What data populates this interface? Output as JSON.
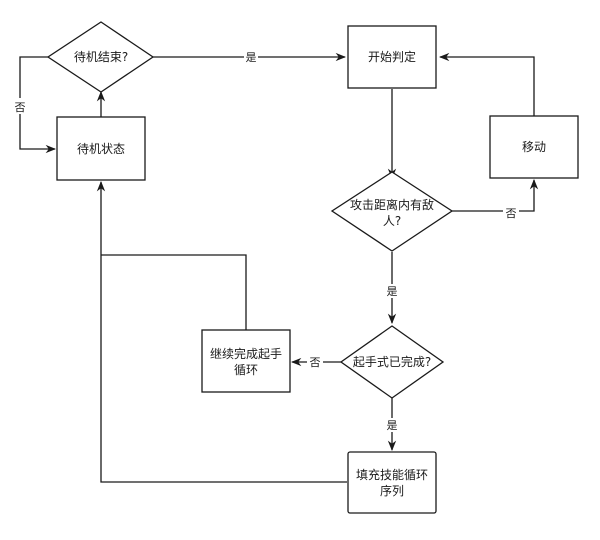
{
  "nodes": {
    "start_judge": "开始判定",
    "idle_state": "待机状态",
    "idle_end": "待机结束?",
    "move": "移动",
    "enemy_in_range_line1": "攻击距离内有敌",
    "enemy_in_range_line2": "人?",
    "windup_done": "起手式已完成?",
    "continue_windup_line1": "继续完成起手",
    "continue_windup_line2": "循环",
    "fill_skill_line1": "填充技能循环",
    "fill_skill_line2": "序列"
  },
  "edge_labels": {
    "yes_idle_to_judge": "是",
    "no_idle_loop": "否",
    "no_enemy_to_move": "否",
    "yes_enemy_to_windup": "是",
    "no_windup_to_continue": "否",
    "yes_windup_to_fill": "是"
  }
}
